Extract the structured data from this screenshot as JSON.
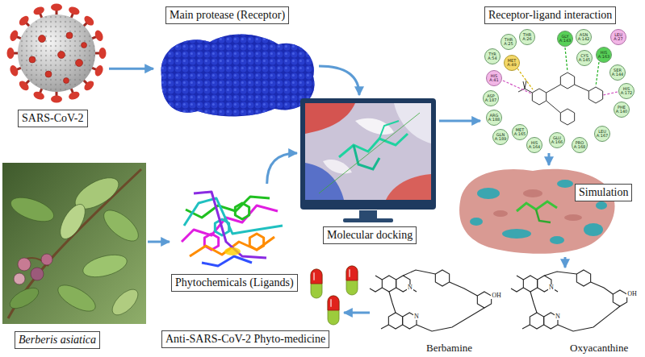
{
  "diagram": {
    "nodes": [
      {
        "text": [
          "SARS-CoV-2"
        ]
      },
      {
        "text": [
          "Main protease (Receptor)"
        ]
      },
      {
        "text": [
          "Receptor-ligand interaction"
        ]
      },
      {
        "text": [
          "Molecular docking"
        ]
      },
      {
        "text": [
          "Simulation"
        ]
      },
      {
        "text": [
          "Berberis asiatica"
        ]
      },
      {
        "text": [
          "Phytochemicals (Ligands)"
        ]
      },
      {
        "text": [
          "Anti-SARS-CoV-2 Phyto-medicine"
        ]
      }
    ],
    "edges": [
      {
        "from": 0,
        "to": 1,
        "arrow": "to"
      },
      {
        "from": 1,
        "to": 3,
        "arrow": "to"
      },
      {
        "from": 3,
        "to": 2,
        "arrow": "to"
      },
      {
        "from": 2,
        "to": 4,
        "arrow": "to"
      },
      {
        "from": 5,
        "to": 6,
        "arrow": "to"
      },
      {
        "from": 6,
        "to": 3,
        "arrow": "to"
      }
    ],
    "labels": [
      "THR A:25",
      "THR A:26",
      "GLY A:143",
      "ASN A:142",
      "LEU A:27",
      "TYR A:54",
      "MET A:49",
      "CYS A:145",
      "HIS A:163",
      "HIS A:41",
      "SER A:144",
      "HIS A:172",
      "ASP A:187",
      "PHE A:140",
      "ARG A:188",
      "GLN A:189",
      "MET A:165",
      "HIS A:164",
      "GLU A:166",
      "PRO A:168",
      "LEU A:167",
      "N",
      "N",
      "OH",
      "N",
      "N",
      "OH",
      "Berbamine",
      "Oxyacanthine"
    ]
  }
}
